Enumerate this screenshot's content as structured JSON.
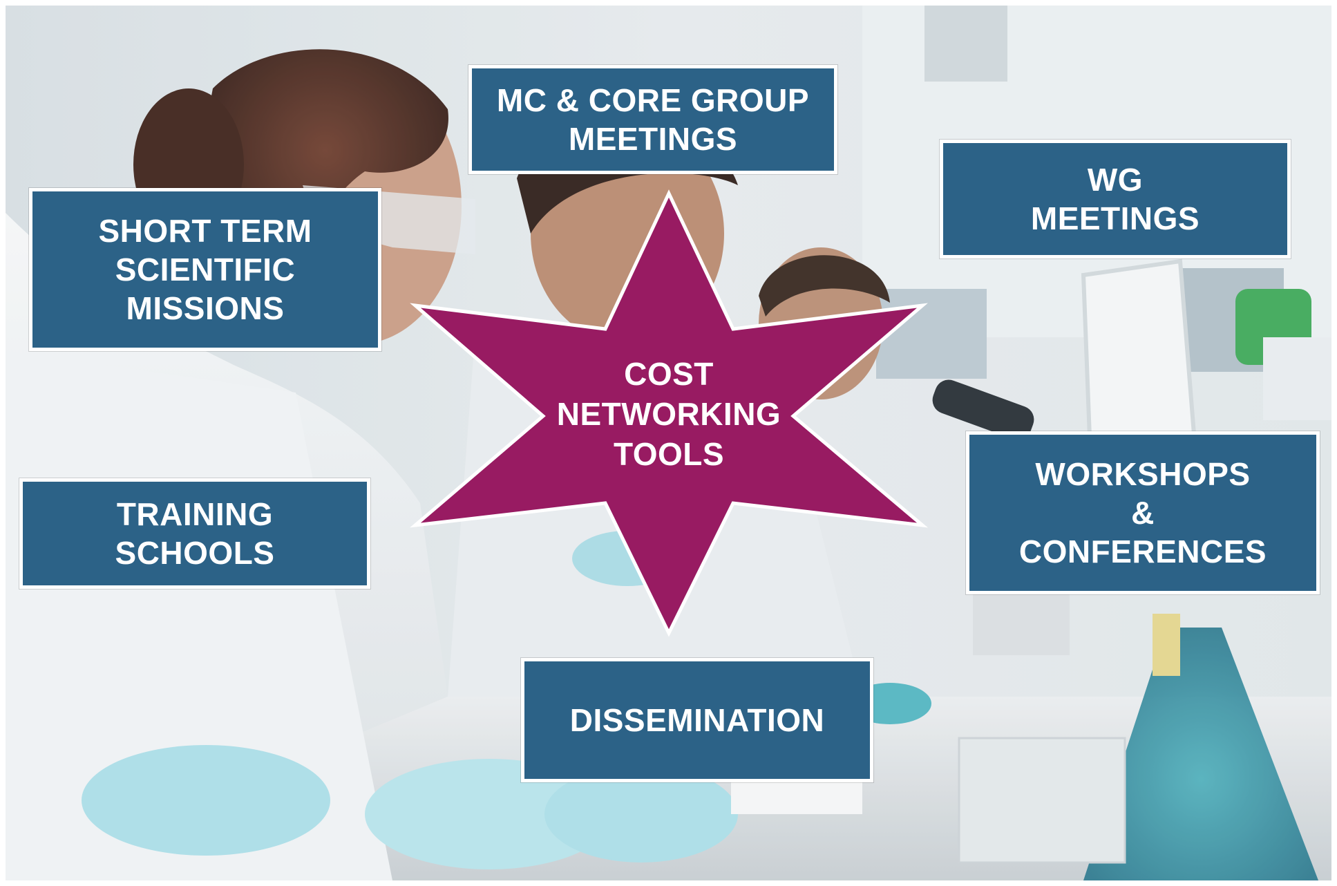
{
  "center": {
    "lines": [
      "COST",
      "NETWORKING",
      "TOOLS"
    ]
  },
  "boxes": {
    "mc_core": {
      "lines": [
        "MC & CORE GROUP",
        "MEETINGS"
      ]
    },
    "wg": {
      "lines": [
        "WG",
        "MEETINGS"
      ]
    },
    "stsm": {
      "lines": [
        "SHORT TERM",
        "SCIENTIFIC",
        "MISSIONS"
      ]
    },
    "training": {
      "lines": [
        "TRAINING",
        "SCHOOLS"
      ]
    },
    "workshops": {
      "lines": [
        "WORKSHOPS",
        "&",
        "CONFERENCES"
      ]
    },
    "dissemination": {
      "lines": [
        "DISSEMINATION"
      ]
    }
  },
  "colors": {
    "box_fill": "#2c6287",
    "box_border": "#ffffff",
    "star_fill": "#981b62",
    "star_stroke": "#ffffff",
    "text": "#ffffff"
  }
}
